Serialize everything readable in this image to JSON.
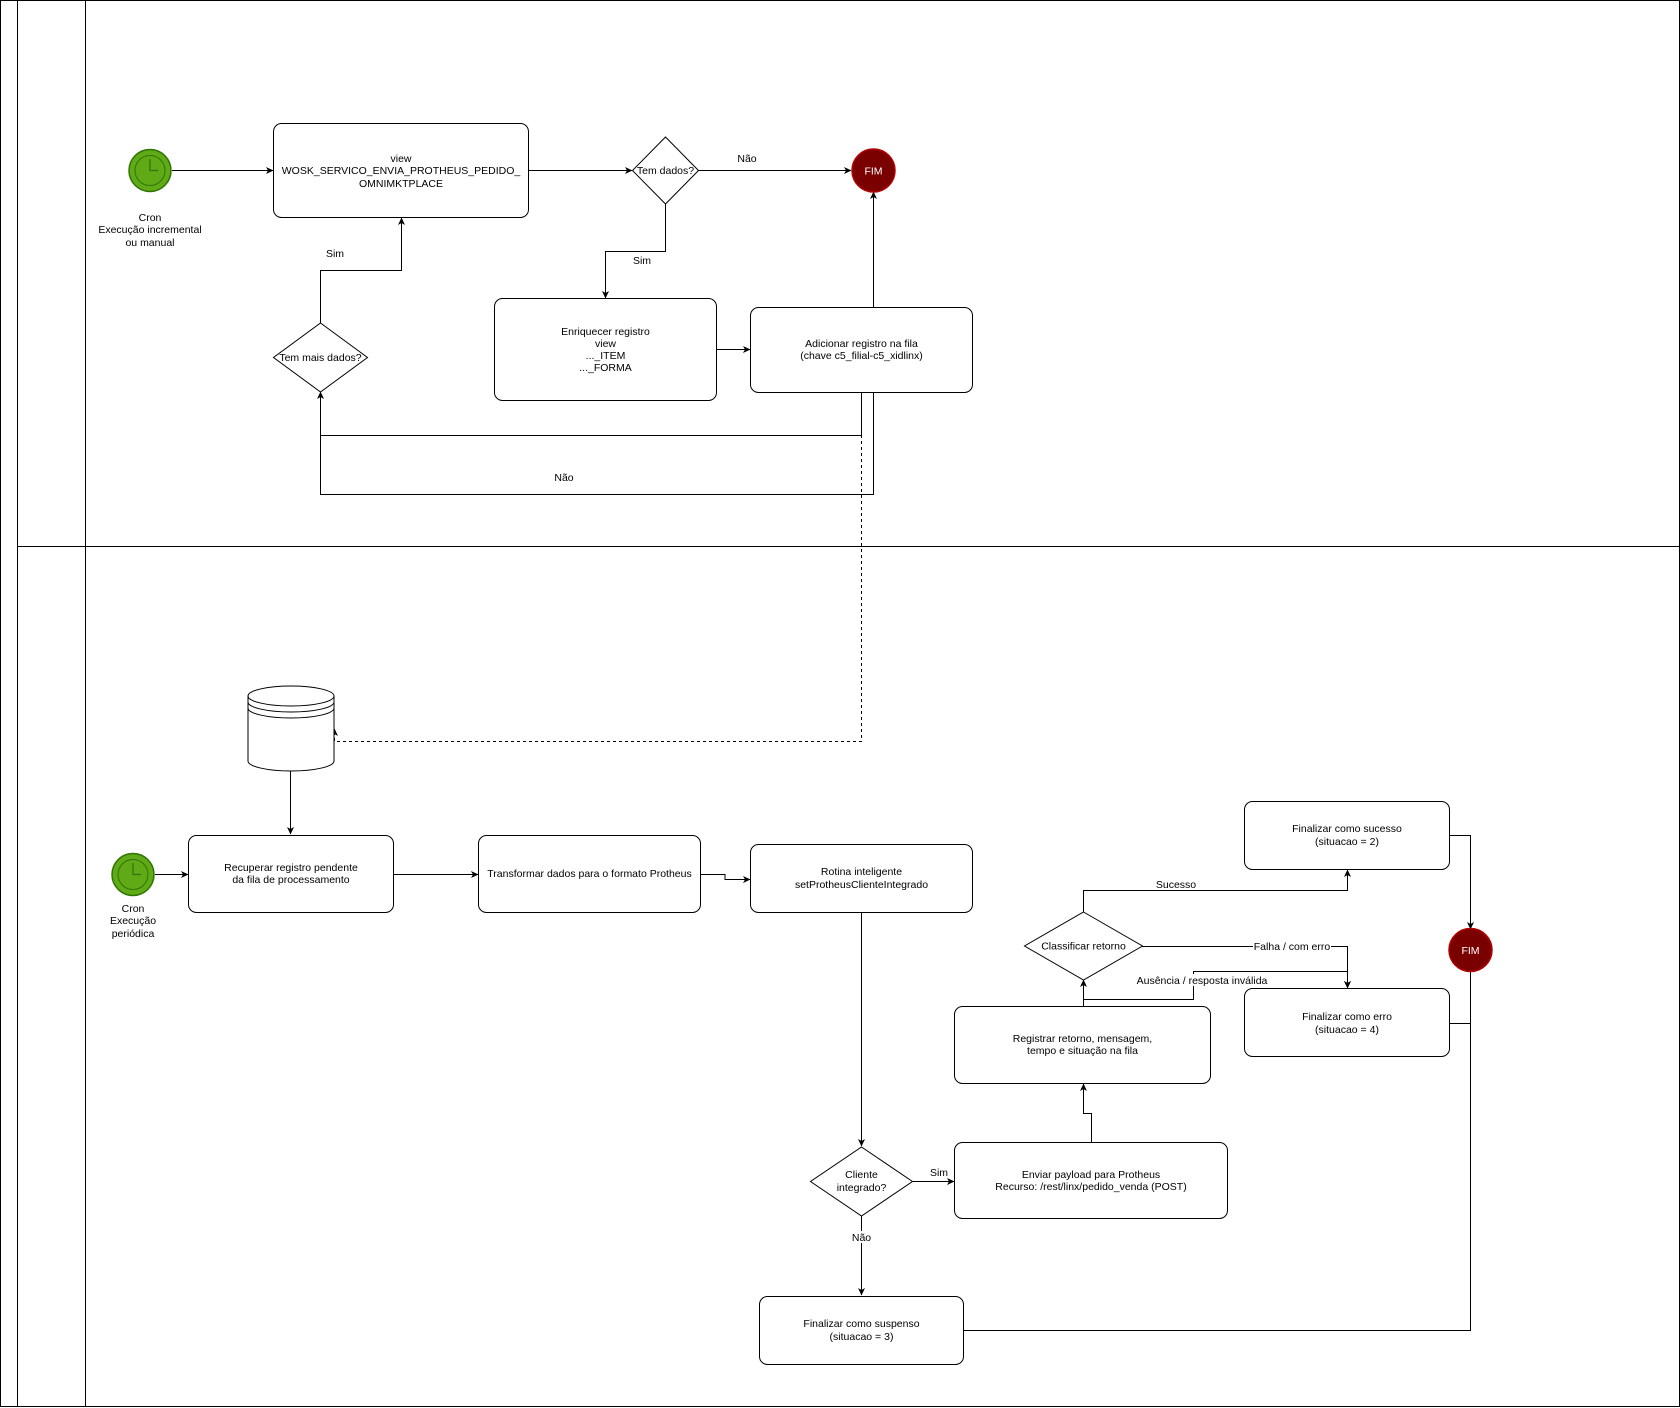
{
  "diagram": {
    "lane_top": {
      "start": [
        "Cron",
        "Execução incremental",
        "ou manual"
      ],
      "view_box": [
        "view",
        "WOSK_SERVICO_ENVIA_PROTHEUS_PEDIDO_",
        "OMNIMKTPLACE"
      ],
      "tem_dados": "Tem dados?",
      "nao_1": "Não",
      "fim": "FIM",
      "sim_1": "Sim",
      "enriquecer": [
        "Enriquecer registro",
        "view",
        "..._ITEM",
        "..._FORMA"
      ],
      "adicionar": [
        "Adicionar registro na fila",
        "(chave c5_filial-c5_xidlinx)"
      ],
      "tem_mais": "Tem mais dados?",
      "sim_2": "Sim",
      "nao_2": "Não"
    },
    "lane_bottom": {
      "start": [
        "Cron",
        "Execução",
        "periódica"
      ],
      "recuperar": [
        "Recuperar registro pendente",
        "da fila de processamento"
      ],
      "transformar": "Transformar dados para o formato Protheus",
      "rotina": [
        "Rotina inteligente",
        "setProtheusClienteIntegrado"
      ],
      "cliente": [
        "Cliente",
        "integrado?"
      ],
      "sim": "Sim",
      "nao": "Não",
      "enviar": [
        "Enviar payload para Protheus",
        "Recurso: /rest/linx/pedido_venda (POST)"
      ],
      "registrar": [
        "Registrar retorno, mensagem,",
        "tempo e situação na fila"
      ],
      "classificar": "Classificar retorno",
      "sucesso": "Sucesso",
      "falha": "Falha / com erro",
      "ausencia": "Ausência / resposta inválida",
      "fin_sucesso": [
        "Finalizar como sucesso",
        "(situacao = 2)"
      ],
      "fin_erro": [
        "Finalizar como erro",
        "(situacao = 4)"
      ],
      "fin_suspenso": [
        "Finalizar como suspenso",
        "(situacao = 3)"
      ],
      "fim": "FIM"
    },
    "colors": {
      "start_fill": "#60a917",
      "start_stroke": "#2d7600",
      "end_fill": "#7a0000",
      "end_stroke": "#b20000"
    }
  }
}
